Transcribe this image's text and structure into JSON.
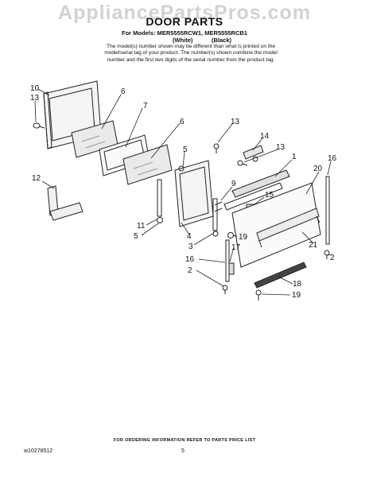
{
  "watermark": "AppliancePartsPros.com",
  "title": "DOOR PARTS",
  "models_line": "For Models: MER5555RCW1, MER5555RCB1",
  "color_white": "(White)",
  "color_black": "(Black)",
  "note_lines": [
    "The model(s) number shown may be different than what is printed on the",
    "model/serial tag of your product. The number(s) shown combine the model",
    "number and the first two digits of the serial number from the product tag."
  ],
  "part_labels": [
    "10",
    "13",
    "6",
    "7",
    "6",
    "13",
    "14",
    "13",
    "5",
    "1",
    "16",
    "20",
    "12",
    "9",
    "15",
    "11",
    "5",
    "4",
    "3",
    "19",
    "21",
    "17",
    "2",
    "16",
    "2",
    "18",
    "19"
  ],
  "footer": "FOR ORDERING INFORMATION REFER TO PARTS PRICE LIST",
  "doc_number": "w10278512",
  "page_number": "5"
}
